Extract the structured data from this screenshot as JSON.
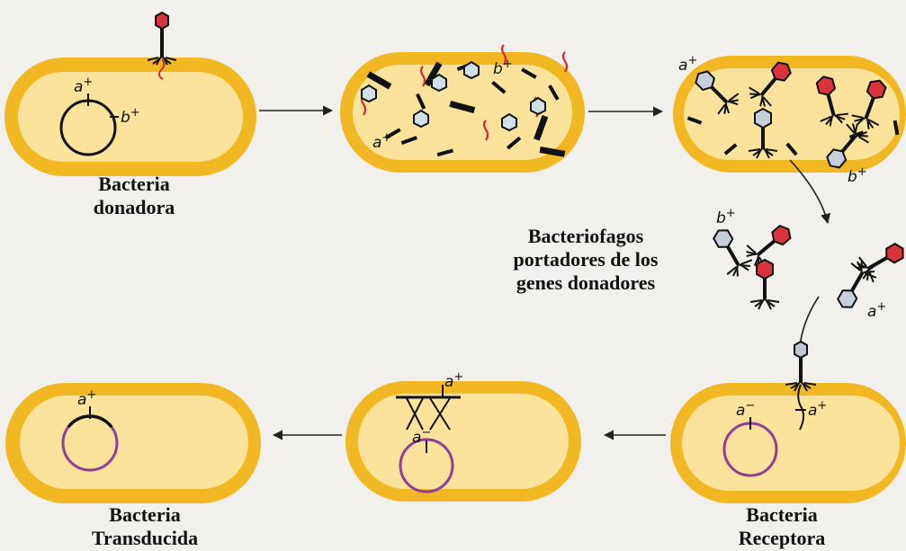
{
  "labels": {
    "donor_caption": [
      "Bacteria",
      "donadora"
    ],
    "phage_caption": [
      "Bacteriofagos",
      "portadores de los",
      "genes donadores"
    ],
    "recipient_caption": [
      "Bacteria",
      "Receptora"
    ],
    "transduced_caption": [
      "Bacteria",
      "Transducida"
    ]
  },
  "genes": {
    "a": "a",
    "b": "b",
    "plus": "+",
    "minus": "−"
  },
  "colors": {
    "cell_outer": "#f2b823",
    "cell_inner": "#fbe39c",
    "phage_red": "#d7353b",
    "dna_red": "#d9272e",
    "recipient_chromosome": "#8f3f96",
    "background": "#f1f0ec"
  }
}
